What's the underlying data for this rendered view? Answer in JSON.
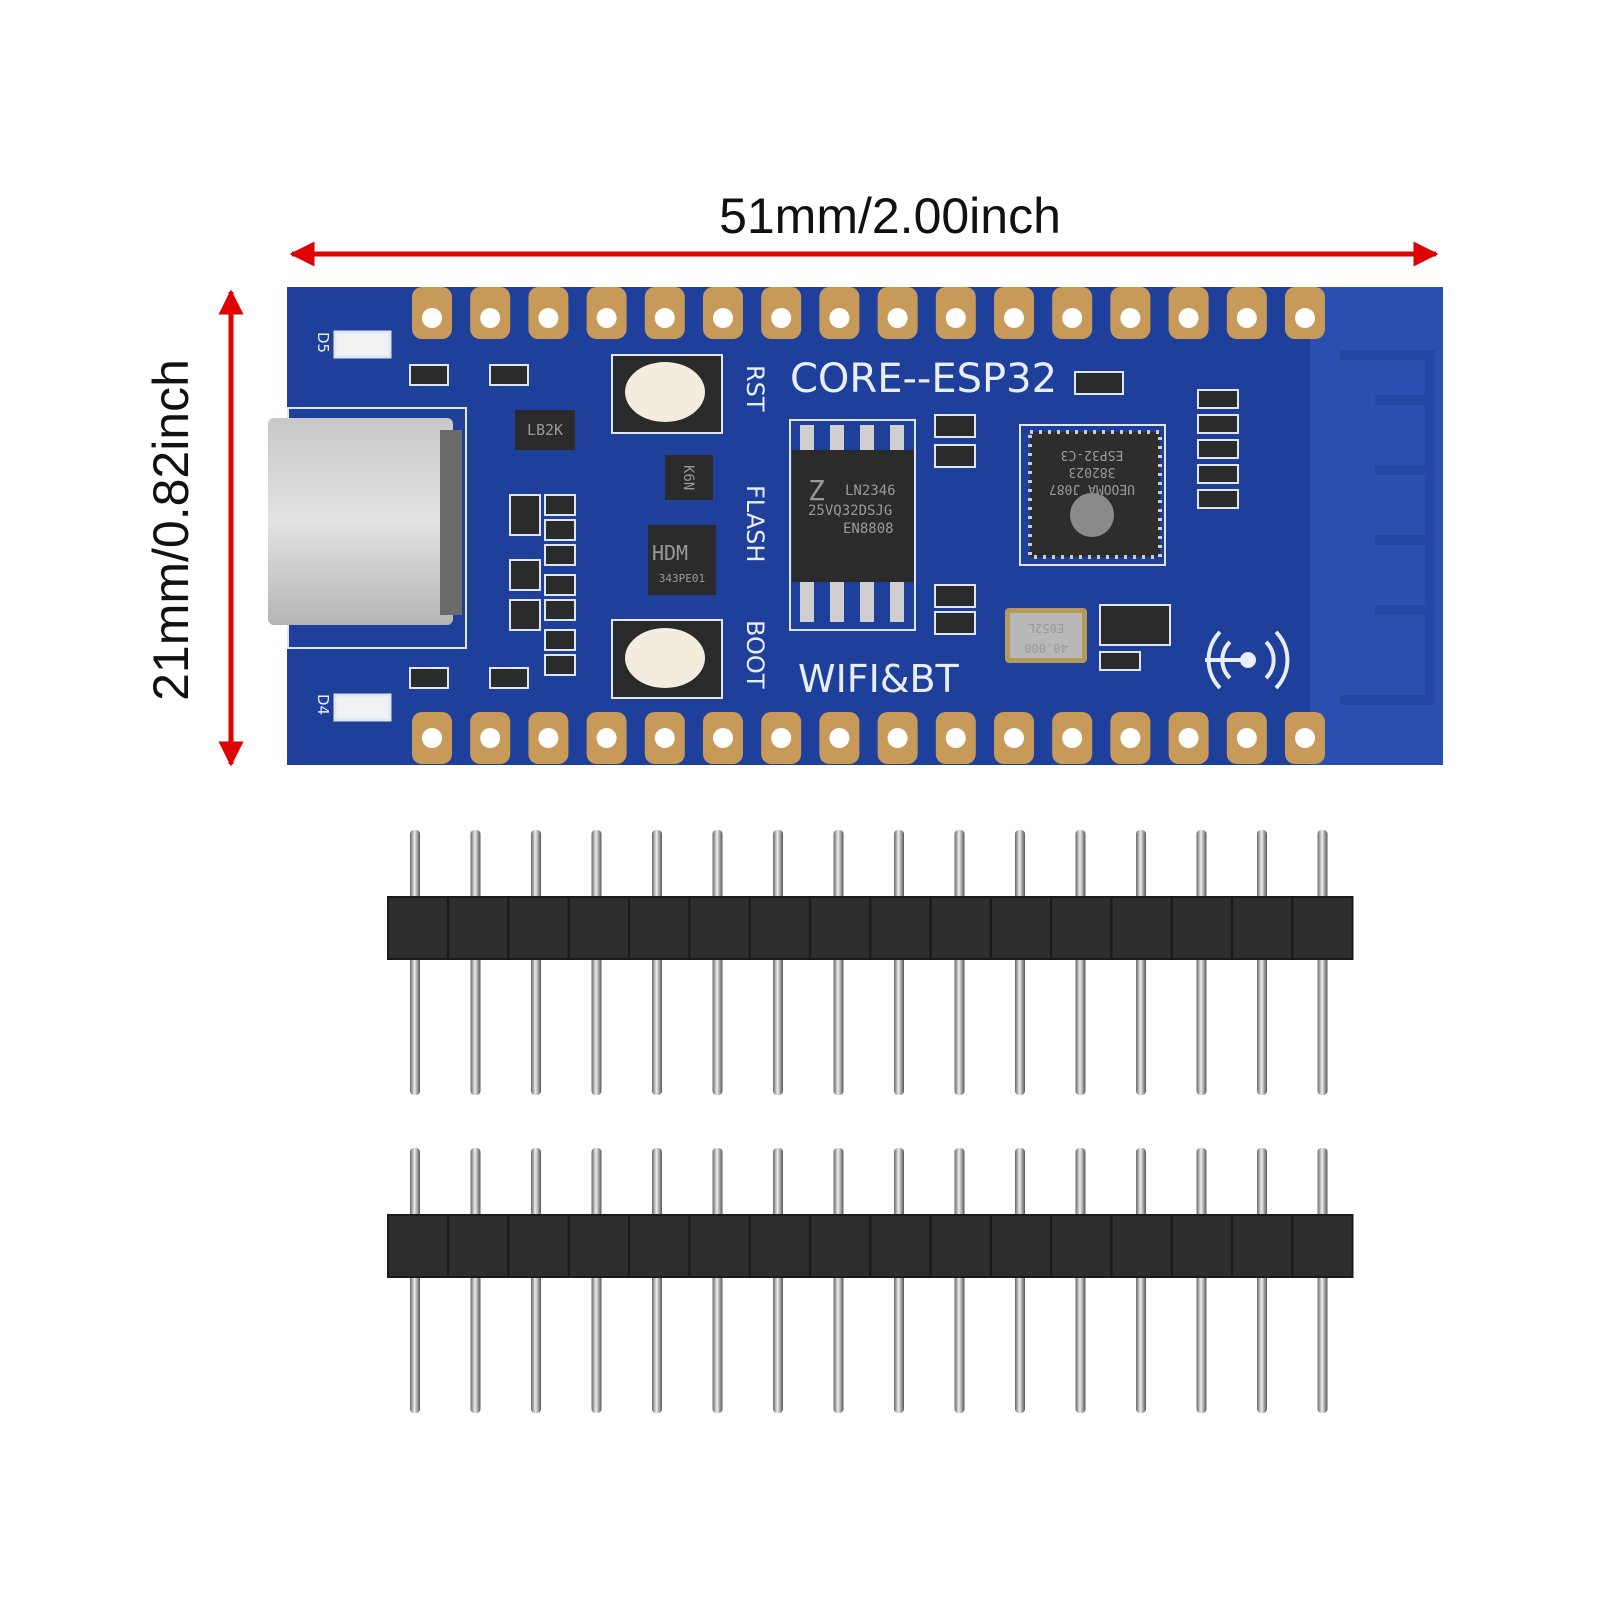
{
  "dimensions": {
    "width_label": "51mm/2.00inch",
    "height_label": "21mm/0.82inch",
    "arrow_color": "#e00000"
  },
  "board": {
    "title": "CORE--ESP32",
    "wireless_label": "WIFI&BT",
    "buttons": {
      "reset": "RST",
      "boot": "BOOT"
    },
    "flash_label": "FLASH",
    "leds": [
      "D5",
      "D4"
    ],
    "pads_per_row": 16,
    "pcb_color": "#1e3f9a",
    "regulator_marking": "LB2K",
    "small_ic_marking": "K6N",
    "usb_ic_marking": [
      "HDM",
      "343PE01"
    ],
    "flash_chip_marking": [
      "LN2346",
      "25VQ32DSJG",
      "EN8808"
    ],
    "mcu_marking": [
      "UEOOMA J087",
      "382023",
      "ESP32-C3"
    ],
    "crystal_marking": [
      "E052L",
      "40.000"
    ]
  },
  "headers": {
    "count": 2,
    "pins_per_header": 16
  }
}
